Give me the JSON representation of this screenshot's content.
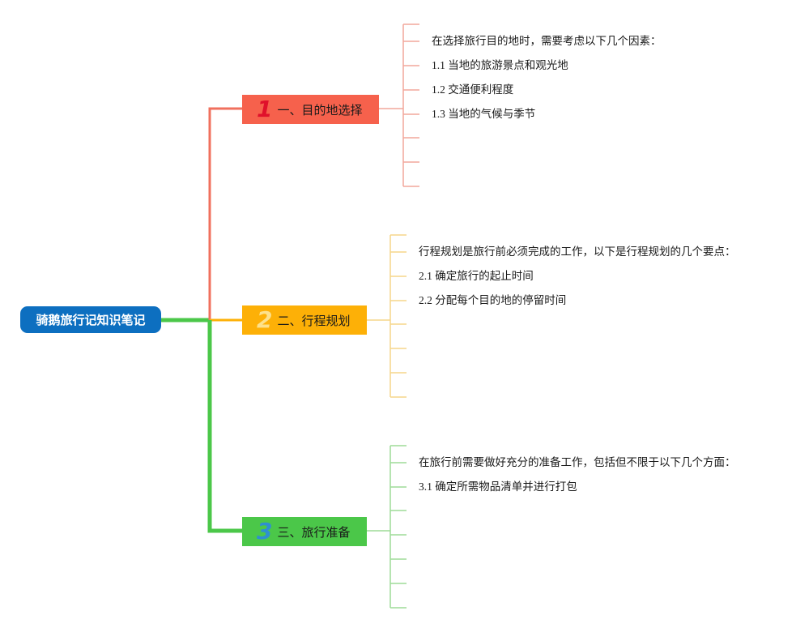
{
  "root": {
    "label": "骑鹅旅行记知识笔记"
  },
  "colors": {
    "root": "#0d6fc0",
    "branch1": "#f6614c",
    "branch2": "#fdb007",
    "branch3": "#4bc749",
    "leaf1_line": "#f2a79b",
    "leaf2_line": "#f5d58a",
    "leaf3_line": "#9ddc97"
  },
  "branches": [
    {
      "number": "1",
      "label": "一、目的地选择",
      "leaves": [
        "在选择旅行目的地时，需要考虑以下几个因素：",
        "1.1 当地的旅游景点和观光地",
        "1.2 交通便利程度",
        "1.3 当地的气候与季节",
        "",
        "",
        ""
      ]
    },
    {
      "number": "2",
      "label": "二、行程规划",
      "leaves": [
        "行程规划是旅行前必须完成的工作，以下是行程规划的几个要点：",
        "2.1 确定旅行的起止时间",
        "2.2 分配每个目的地的停留时间",
        "",
        "",
        "",
        ""
      ]
    },
    {
      "number": "3",
      "label": "三、旅行准备",
      "leaves": [
        "在旅行前需要做好充分的准备工作，包括但不限于以下几个方面：",
        "3.1 确定所需物品清单并进行打包",
        "",
        "",
        "",
        "",
        ""
      ]
    }
  ]
}
